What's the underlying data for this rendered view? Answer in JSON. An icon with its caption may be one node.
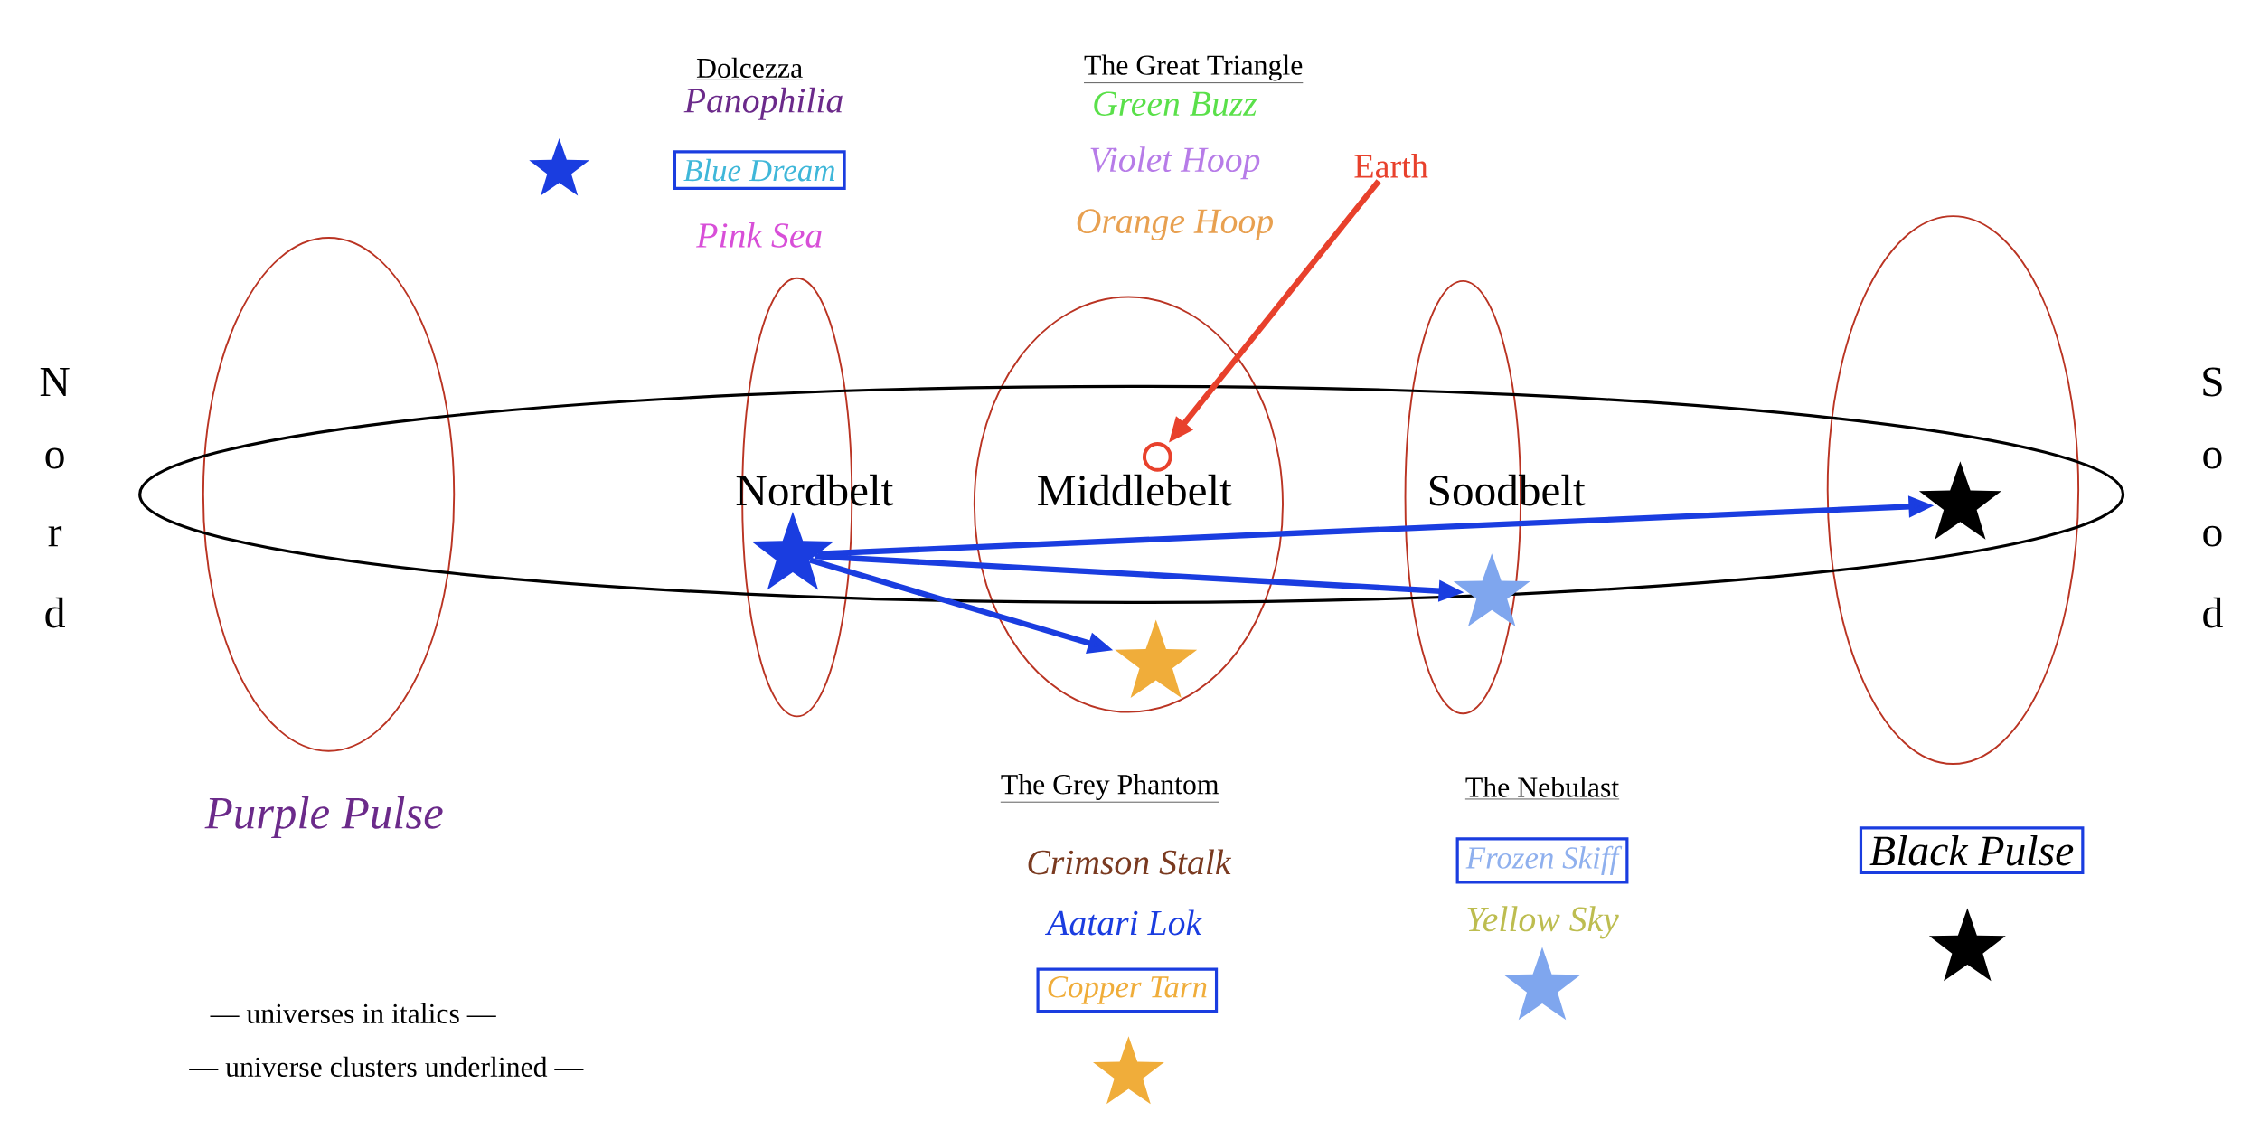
{
  "diagram": {
    "nodes": [
      {
        "text": [],
        "shape": "star"
      },
      {
        "text": [
          "Blue Dream"
        ]
      },
      {
        "text": [
          "Earth"
        ]
      },
      {
        "text": [],
        "shape": "circle"
      },
      {
        "text": [],
        "shape": "star"
      },
      {
        "text": [],
        "shape": "star"
      },
      {
        "text": [],
        "shape": "star"
      },
      {
        "text": [],
        "shape": "star"
      },
      {
        "text": [
          "Frozen Skiff"
        ]
      },
      {
        "text": [
          "Black Pulse"
        ]
      },
      {
        "text": [],
        "shape": "star"
      },
      {
        "text": [],
        "shape": "star"
      },
      {
        "text": [
          "Copper Tarn"
        ]
      },
      {
        "text": [],
        "shape": "star"
      }
    ],
    "edges": [
      {
        "from": 2,
        "to": 3,
        "arrow": "to",
        "color": "#e8412c"
      },
      {
        "from": 4,
        "to": 5,
        "arrow": "to"
      },
      {
        "from": 4,
        "to": 6,
        "arrow": "to"
      },
      {
        "from": 4,
        "to": 7,
        "arrow": "to"
      }
    ],
    "labels": [
      "Dolcezza",
      "The Great Triangle",
      "Panophilia",
      "Green Buzz",
      "Violet Hoop",
      "Pink Sea",
      "Orange Hoop",
      "N",
      "o",
      "r",
      "d",
      "S",
      "o",
      "o",
      "d",
      "Nordbelt",
      "Middlebelt",
      "Soodbelt",
      "Purple Pulse",
      "The Grey Phantom",
      "The Nebulast",
      "Crimson Stalk",
      "Aatari Lok",
      "Yellow Sky",
      "— universes in italics —",
      "— universe clusters underlined —"
    ]
  }
}
